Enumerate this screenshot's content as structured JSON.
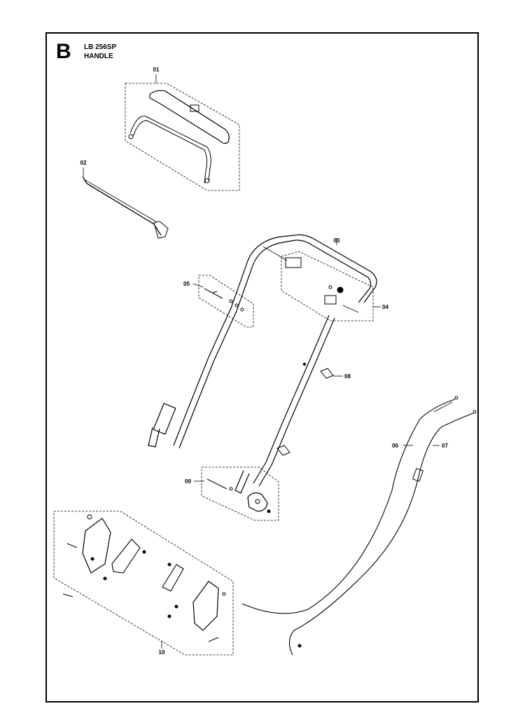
{
  "header": {
    "section": "B",
    "model": "LB 256SP",
    "title": "HANDLE"
  },
  "callouts": [
    "01",
    "02",
    "03",
    "04",
    "05",
    "06",
    "07",
    "08",
    "09",
    "10"
  ]
}
